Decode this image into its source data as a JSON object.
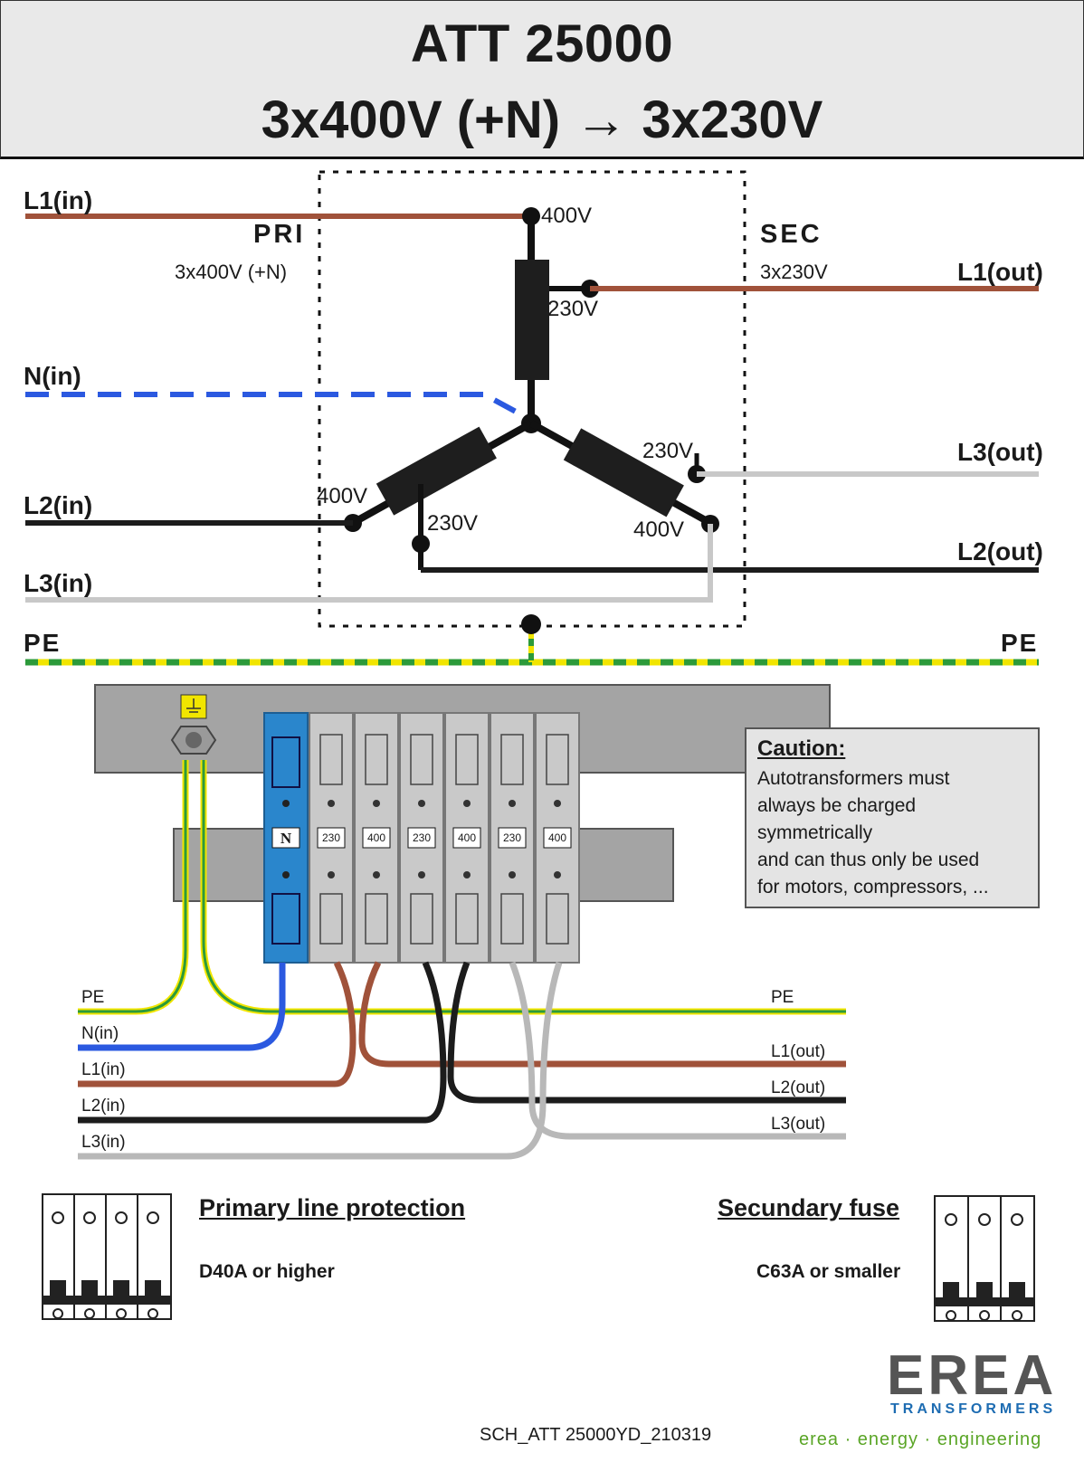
{
  "header": {
    "model": "ATT 25000",
    "conversion": "3x400V (+N) → 3x230V"
  },
  "schematic": {
    "inputs": [
      "L1(in)",
      "N(in)",
      "L2(in)",
      "L3(in)"
    ],
    "outputs": [
      "L1(out)",
      "L3(out)",
      "L2(out)"
    ],
    "pe_label": "PE",
    "pri_title": "PRI",
    "pri_sub": "3x400V (+N)",
    "sec_title": "SEC",
    "sec_sub": "3x230V",
    "tap_400": "400V",
    "tap_230": "230V"
  },
  "terminal_block": {
    "neutral_label": "N",
    "terminal_labels": [
      "230",
      "400",
      "230",
      "400",
      "230",
      "400"
    ]
  },
  "wiring": {
    "left_labels": [
      "PE",
      "N(in)",
      "L1(in)",
      "L2(in)",
      "L3(in)"
    ],
    "right_labels": [
      "PE",
      "L1(out)",
      "L2(out)",
      "L3(out)"
    ]
  },
  "caution": {
    "title": "Caution:",
    "lines": [
      "Autotransformers  must",
      "always be charged",
      "symmetrically",
      "and can thus only be used",
      "for motors, compressors, ..."
    ]
  },
  "protection": {
    "primary_title": "Primary line protection",
    "primary_rating": "D40A or higher",
    "secondary_title": "Secundary fuse",
    "secondary_rating": "C63A or smaller"
  },
  "footer": {
    "doc_id": "SCH_ATT 25000YD_210319",
    "brand": "EREA",
    "brand_sub": "TRANSFORMERS",
    "tagline": "erea · energy · engineering"
  },
  "colors": {
    "L1": "#a0523a",
    "N": "#2b59e0",
    "L2": "#1c1c1c",
    "L3": "#c8c8c8",
    "PE_green": "#2c9a3a",
    "PE_yellow": "#f1e500",
    "coil": "#1e1e1e",
    "brand_blue": "#1d6cb2",
    "brand_green": "#5aa526"
  }
}
